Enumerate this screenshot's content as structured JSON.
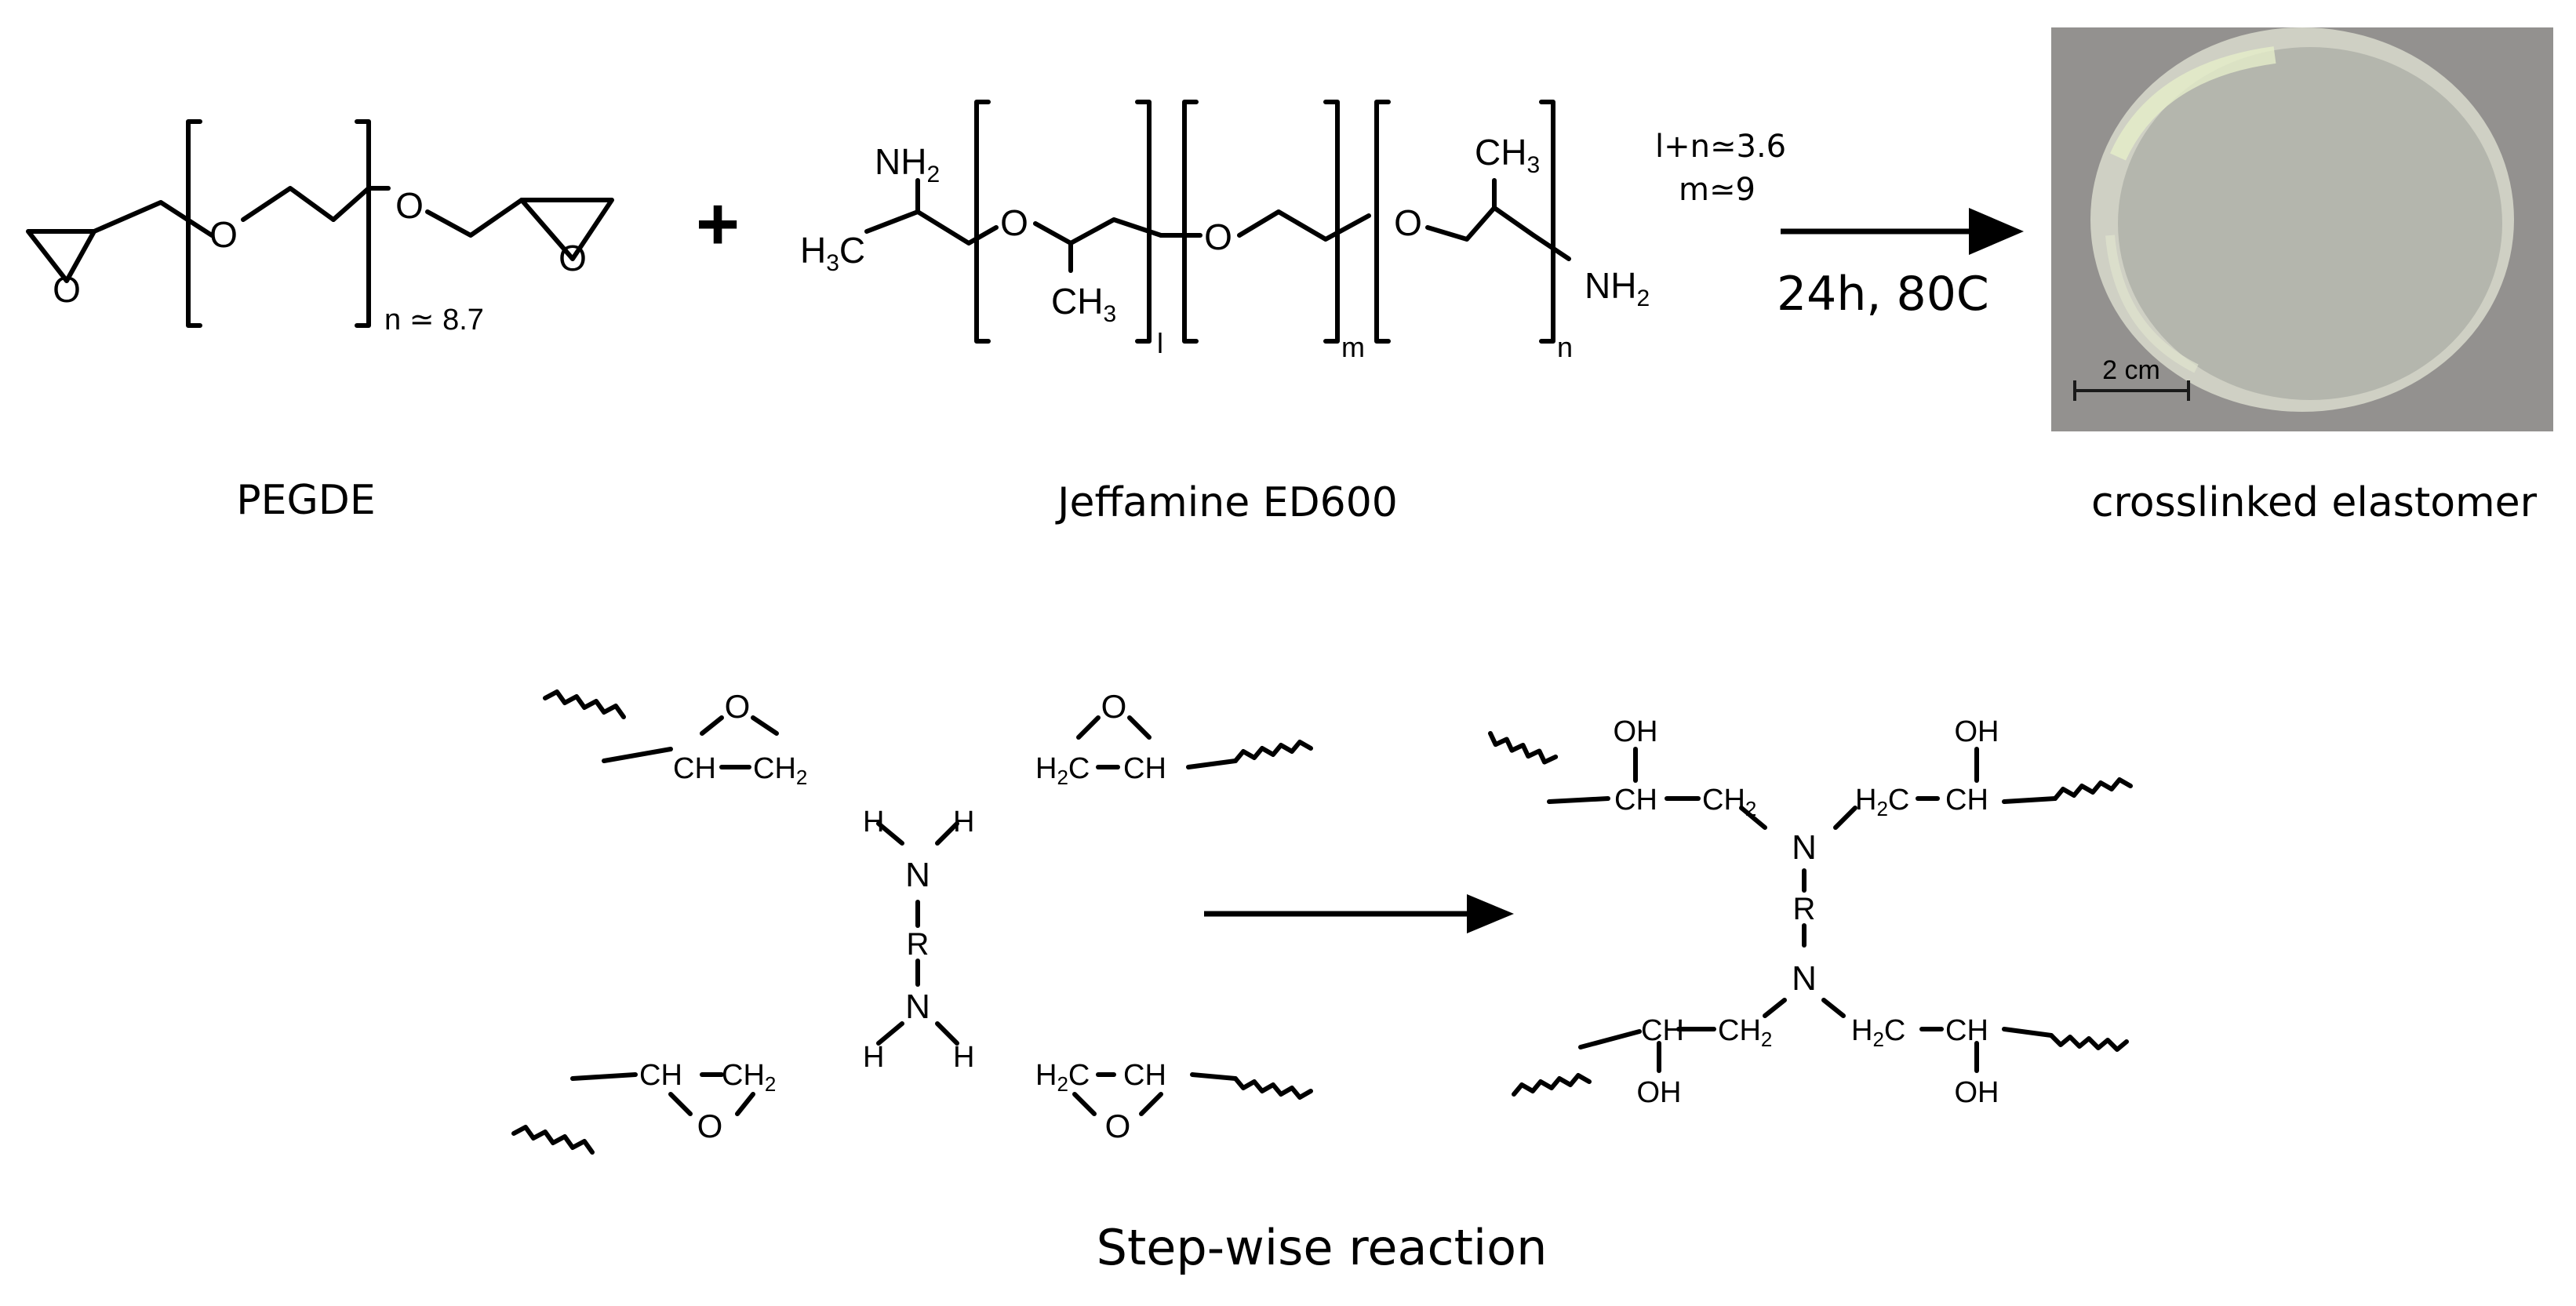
{
  "top": {
    "pegde": {
      "label": "PEGDE",
      "atom_o": "O",
      "subscript": "n ≃ 8.7"
    },
    "plus": "+",
    "jeffamine": {
      "label": "Jeffamine ED600",
      "nh2_top": "NH",
      "nh2_top_sub": "2",
      "h3c": "H",
      "h3c_sub": "3",
      "h3c_c": "C",
      "ch3_mid": "CH",
      "ch3_mid_sub": "3",
      "ch3_top": "CH",
      "ch3_top_sub": "3",
      "nh2_right": "NH",
      "nh2_right_sub": "2",
      "sub_l": "l",
      "sub_m": "m",
      "sub_n": "n",
      "ratio_ln": "l+n≃3.6",
      "ratio_m": "m≃9"
    },
    "conditions": "24h, 80C",
    "product": {
      "label": "crosslinked elastomer",
      "scale_bar": "2 cm"
    }
  },
  "bottom": {
    "caption": "Step-wise reaction",
    "reactants": {
      "epoxide_o": "O",
      "ch": "CH",
      "ch2": "CH",
      "ch2_sub": "2",
      "h2c": "H",
      "h2c_sub": "2",
      "h2c_c": "C",
      "amine_n": "N",
      "amine_h": "H",
      "amine_r": "R"
    },
    "product": {
      "oh": "OH",
      "ch": "CH",
      "ch2": "CH",
      "ch2_sub": "2",
      "h2c": "H",
      "h2c_sub": "2",
      "h2c_c": "C",
      "n": "N",
      "r": "R"
    }
  }
}
